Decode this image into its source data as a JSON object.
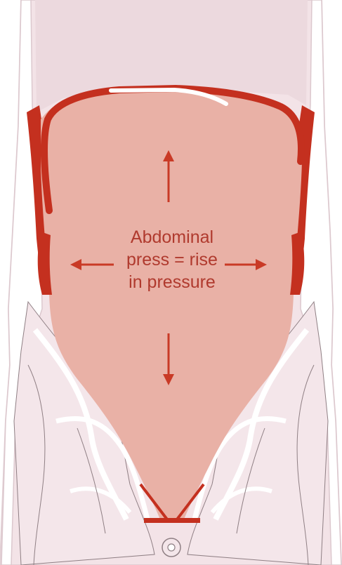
{
  "label": {
    "line1": "Abdominal",
    "line2": "press = rise",
    "line3": "in pressure"
  },
  "colors": {
    "background": "#ffffff",
    "tissue_outline": "#e7d8dc",
    "tissue_fill": "#f3e3e7",
    "cavity_fill": "#e9b1a6",
    "muscle_red": "#c4301f",
    "arrow_red": "#c93a26",
    "text_red": "#b03a2e",
    "line_gray": "#8f7f84"
  }
}
